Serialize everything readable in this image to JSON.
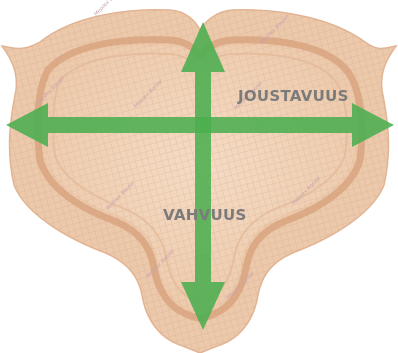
{
  "labels": {
    "horizontal": "JOUSTAVUUS",
    "vertical": "VAHVUUS"
  },
  "watermark": {
    "text": "Mepilex Border"
  },
  "colors": {
    "dressing_fill": "#edc9ac",
    "dressing_edge": "#e2b493",
    "pad_rim": "#d8a57f",
    "pad_fill": "#f0d2b8",
    "mesh_line": "#d9b293",
    "arrow": "#4caf50",
    "label": "#7b7b7b",
    "watermark": "#c9a2a8"
  },
  "icons": {
    "arrow_horizontal": "double-headed-arrow-horizontal",
    "arrow_vertical": "double-headed-arrow-vertical"
  }
}
